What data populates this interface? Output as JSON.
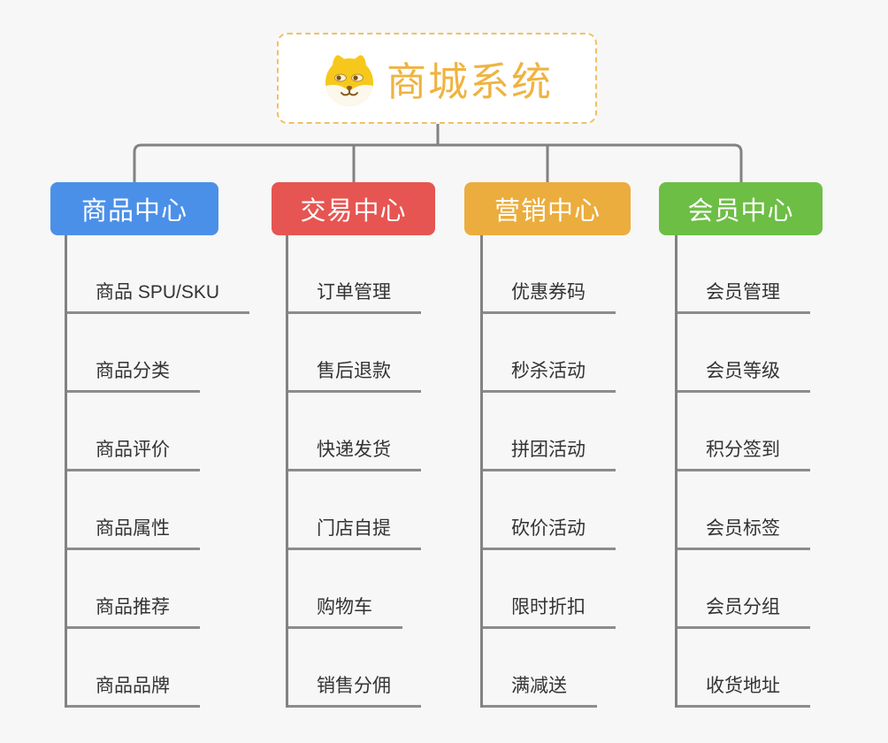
{
  "root": {
    "title": "商城系统",
    "icon": "dog-face-icon"
  },
  "branches": [
    {
      "label": "商品中心",
      "color": "#4b90e8",
      "children": [
        "商品 SPU/SKU",
        "商品分类",
        "商品评价",
        "商品属性",
        "商品推荐",
        "商品品牌"
      ]
    },
    {
      "label": "交易中心",
      "color": "#e65552",
      "children": [
        "订单管理",
        "售后退款",
        "快递发货",
        "门店自提",
        "购物车",
        "销售分佣"
      ]
    },
    {
      "label": "营销中心",
      "color": "#ebad3e",
      "children": [
        "优惠券码",
        "秒杀活动",
        "拼团活动",
        "砍价活动",
        "限时折扣",
        "满减送"
      ]
    },
    {
      "label": "会员中心",
      "color": "#6dbe45",
      "children": [
        "会员管理",
        "会员等级",
        "积分签到",
        "会员标签",
        "会员分组",
        "收货地址"
      ]
    }
  ],
  "colors": {
    "background": "#f7f7f7",
    "connector_line": "#828282",
    "leaf_underline": "#8c8c8c",
    "root_border": "#f2c063",
    "root_title": "#efb341",
    "leaf_text": "#333333"
  }
}
